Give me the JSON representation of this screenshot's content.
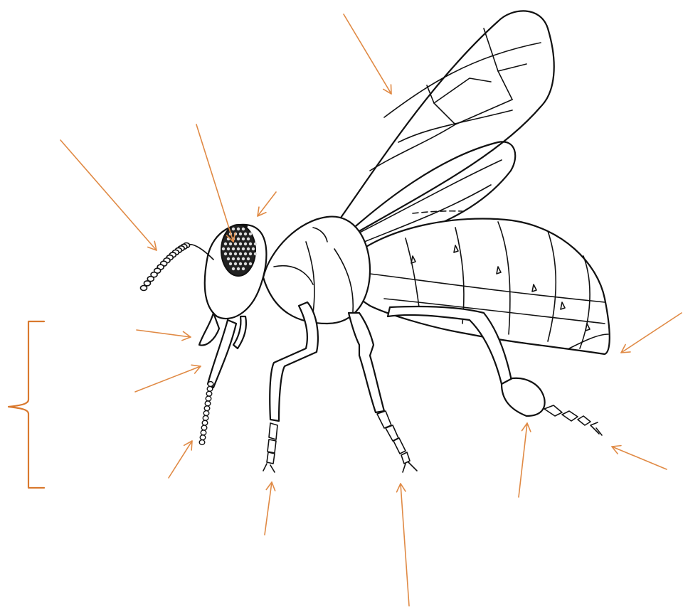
{
  "colors": {
    "pointer": "#e08a45",
    "bracket": "#d9792e",
    "line_art": "#111111",
    "background": "#ffffff"
  },
  "diagram": {
    "subject": "wasp",
    "label_pointers": [
      {
        "name": "pointer-forewing"
      },
      {
        "name": "pointer-antenna"
      },
      {
        "name": "pointer-compound-eye"
      },
      {
        "name": "pointer-ocelli"
      },
      {
        "name": "pointer-mandible"
      },
      {
        "name": "pointer-maxilla"
      },
      {
        "name": "pointer-labial-palp"
      },
      {
        "name": "pointer-fore-tarsal-claw"
      },
      {
        "name": "pointer-mid-tarsal-claw"
      },
      {
        "name": "pointer-hind-tibia"
      },
      {
        "name": "pointer-hind-tarsal-claw"
      },
      {
        "name": "pointer-abdomen"
      }
    ],
    "bracket": {
      "name": "mouthparts-bracket"
    }
  }
}
